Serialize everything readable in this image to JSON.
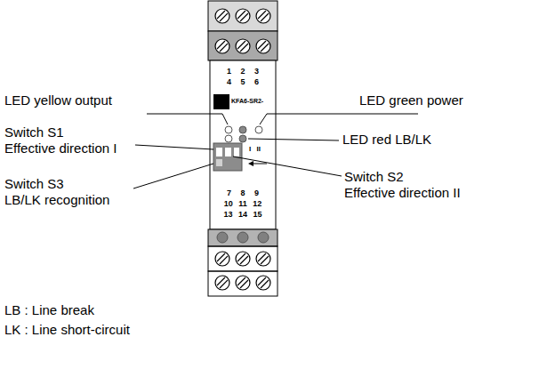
{
  "diagram": {
    "labels": [
      "LED yellow output",
      "LED green power",
      "1 2 3",
      "4 5 6",
      "KFA6-SR2-",
      "Switch S1",
      "Effective direction I",
      "LED red LB/LK",
      "I II",
      "Switch S2",
      "Effective direction II",
      "Switch S3",
      "LB/LK recognition",
      "7 8 9",
      "10 11 12",
      "13 14 15",
      "LB : Line break",
      "LK : Line short-circuit"
    ]
  }
}
